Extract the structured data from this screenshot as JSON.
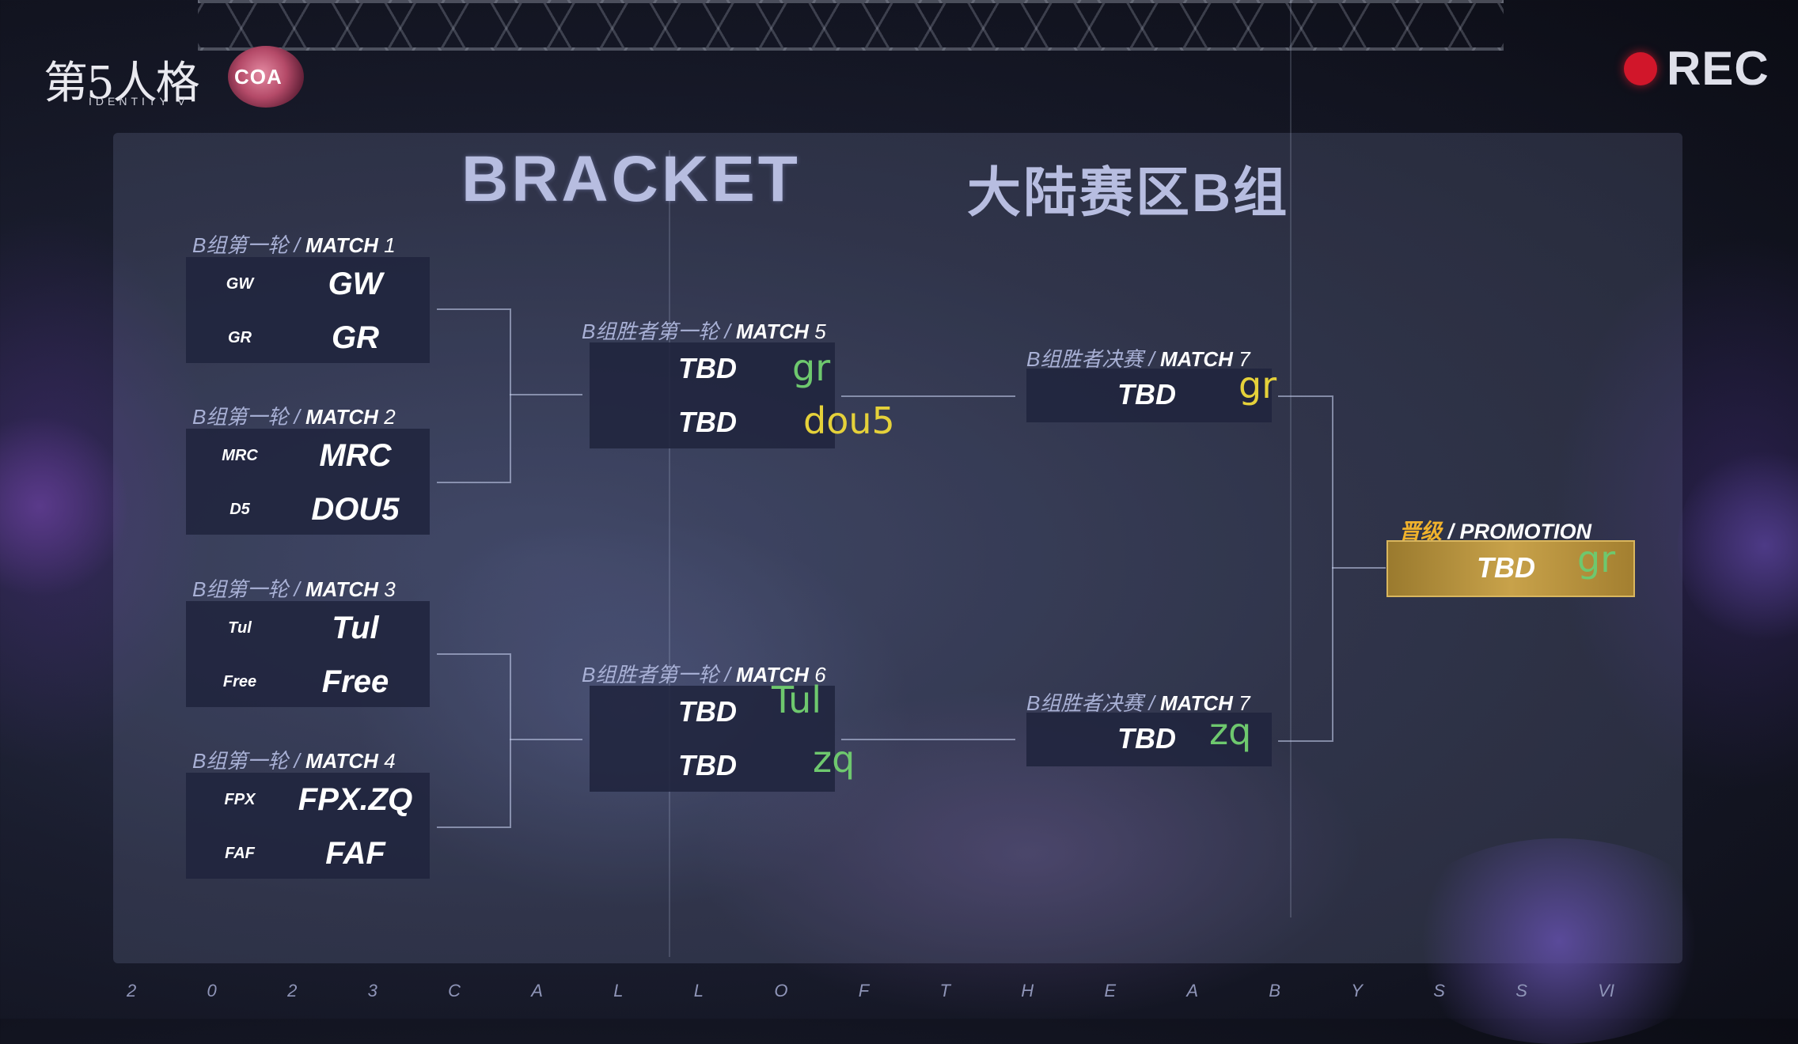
{
  "branding": {
    "game_logo": "第5人格",
    "game_logo_sub": "IDENTITY V",
    "event_logo": "COA"
  },
  "recording": {
    "label": "REC"
  },
  "title": {
    "en": "BRACKET",
    "cn": "大陆赛区B组"
  },
  "round1": [
    {
      "label_cn": "B组第一轮",
      "label_en": "MATCH",
      "num": "1",
      "teams": [
        {
          "icon": "GW",
          "name": "GW"
        },
        {
          "icon": "GR",
          "name": "GR"
        }
      ]
    },
    {
      "label_cn": "B组第一轮",
      "label_en": "MATCH",
      "num": "2",
      "teams": [
        {
          "icon": "MRC",
          "name": "MRC"
        },
        {
          "icon": "D5",
          "name": "DOU5"
        }
      ]
    },
    {
      "label_cn": "B组第一轮",
      "label_en": "MATCH",
      "num": "3",
      "teams": [
        {
          "icon": "Tul",
          "name": "Tul"
        },
        {
          "icon": "Free",
          "name": "Free"
        }
      ]
    },
    {
      "label_cn": "B组第一轮",
      "label_en": "MATCH",
      "num": "4",
      "teams": [
        {
          "icon": "FPX",
          "name": "FPX.ZQ"
        },
        {
          "icon": "FAF",
          "name": "FAF"
        }
      ]
    }
  ],
  "round2": [
    {
      "label_cn": "B组胜者第一轮",
      "label_en": "MATCH",
      "num": "5",
      "slots": [
        {
          "name": "TBD",
          "note": "gr"
        },
        {
          "name": "TBD",
          "note": "dou5"
        }
      ]
    },
    {
      "label_cn": "B组胜者第一轮",
      "label_en": "MATCH",
      "num": "6",
      "slots": [
        {
          "name": "TBD",
          "note": "Tul"
        },
        {
          "name": "TBD",
          "note": "zq"
        }
      ]
    }
  ],
  "round3": [
    {
      "label_cn": "B组胜者决赛",
      "label_en": "MATCH",
      "num": "7",
      "slot": {
        "name": "TBD",
        "note": "gr"
      }
    },
    {
      "label_cn": "B组胜者决赛",
      "label_en": "MATCH",
      "num": "7",
      "slot": {
        "name": "TBD",
        "note": "zq"
      }
    }
  ],
  "promotion": {
    "label_cn": "晋级",
    "label_en": "PROMOTION",
    "name": "TBD",
    "note": "gr"
  },
  "footer": [
    "2",
    "0",
    "2",
    "3",
    "C",
    "A",
    "L",
    "L",
    "O",
    "F",
    "T",
    "H",
    "E",
    "A",
    "B",
    "Y",
    "S",
    "S",
    "VI"
  ],
  "colors": {
    "note_green": "#6ec86e",
    "note_yellow": "#e5d13a",
    "promo_gold": "#c8a24a",
    "rec_red": "#d1162a"
  }
}
